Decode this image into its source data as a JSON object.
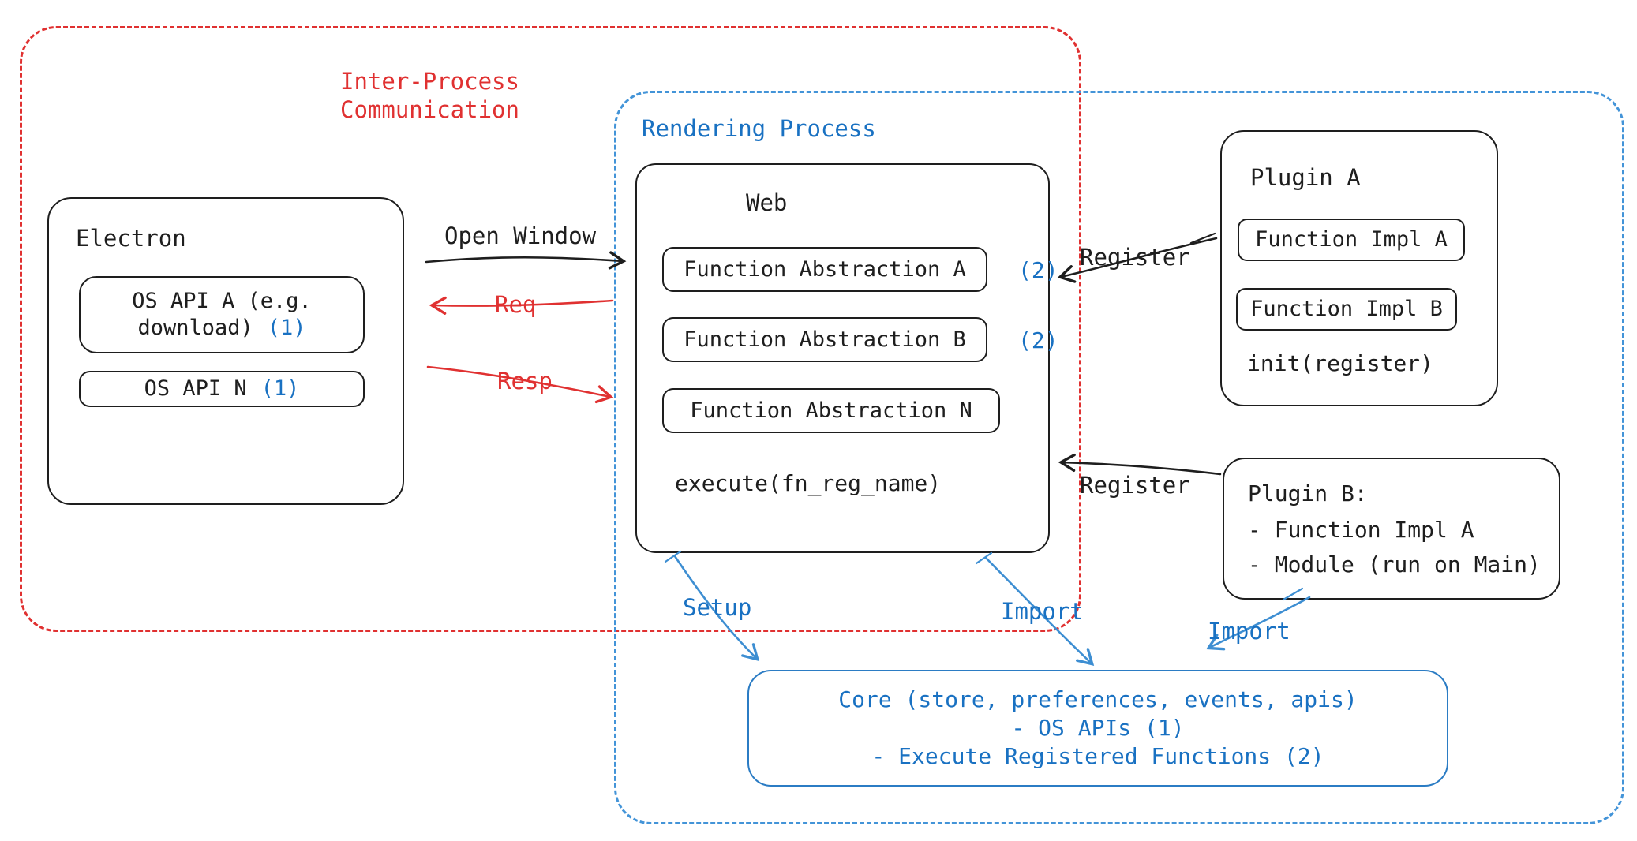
{
  "colors": {
    "red": "#e03131",
    "blue": "#1971c2",
    "ink": "#1e1e1e"
  },
  "groups": {
    "ipc": {
      "label": "Inter-Process\nCommunication"
    },
    "rendering": {
      "label": "Rendering Process"
    }
  },
  "electron": {
    "title": "Electron",
    "os_api_a": {
      "line1": "OS API A (e.g.",
      "line2": "download)",
      "ref": "(1)"
    },
    "os_api_n": {
      "label": "OS API N",
      "ref": "(1)"
    }
  },
  "web": {
    "title": "Web",
    "fn_a": {
      "label": "Function Abstraction A",
      "ref": "(2)"
    },
    "fn_b": {
      "label": "Function Abstraction B",
      "ref": "(2)"
    },
    "fn_n": {
      "label": "Function Abstraction N"
    },
    "execute_label": "execute(fn_reg_name)"
  },
  "plugin_a": {
    "title": "Plugin A",
    "impl_a": "Function Impl A",
    "impl_b": "Function Impl B",
    "init_label": "init(register)"
  },
  "plugin_b": {
    "title": "Plugin B:",
    "item1": "- Function Impl A",
    "item2": "- Module (run on Main)"
  },
  "core": {
    "line1": "Core (store, preferences, events, apis)",
    "line2": "- OS APIs (1)",
    "line3": "- Execute Registered Functions (2)"
  },
  "arrows": {
    "open_window": "Open Window",
    "req": "Req",
    "resp": "Resp",
    "register_top": "Register",
    "register_bottom": "Register",
    "setup": "Setup",
    "import_core": "Import",
    "import_plugin_b": "Import"
  }
}
